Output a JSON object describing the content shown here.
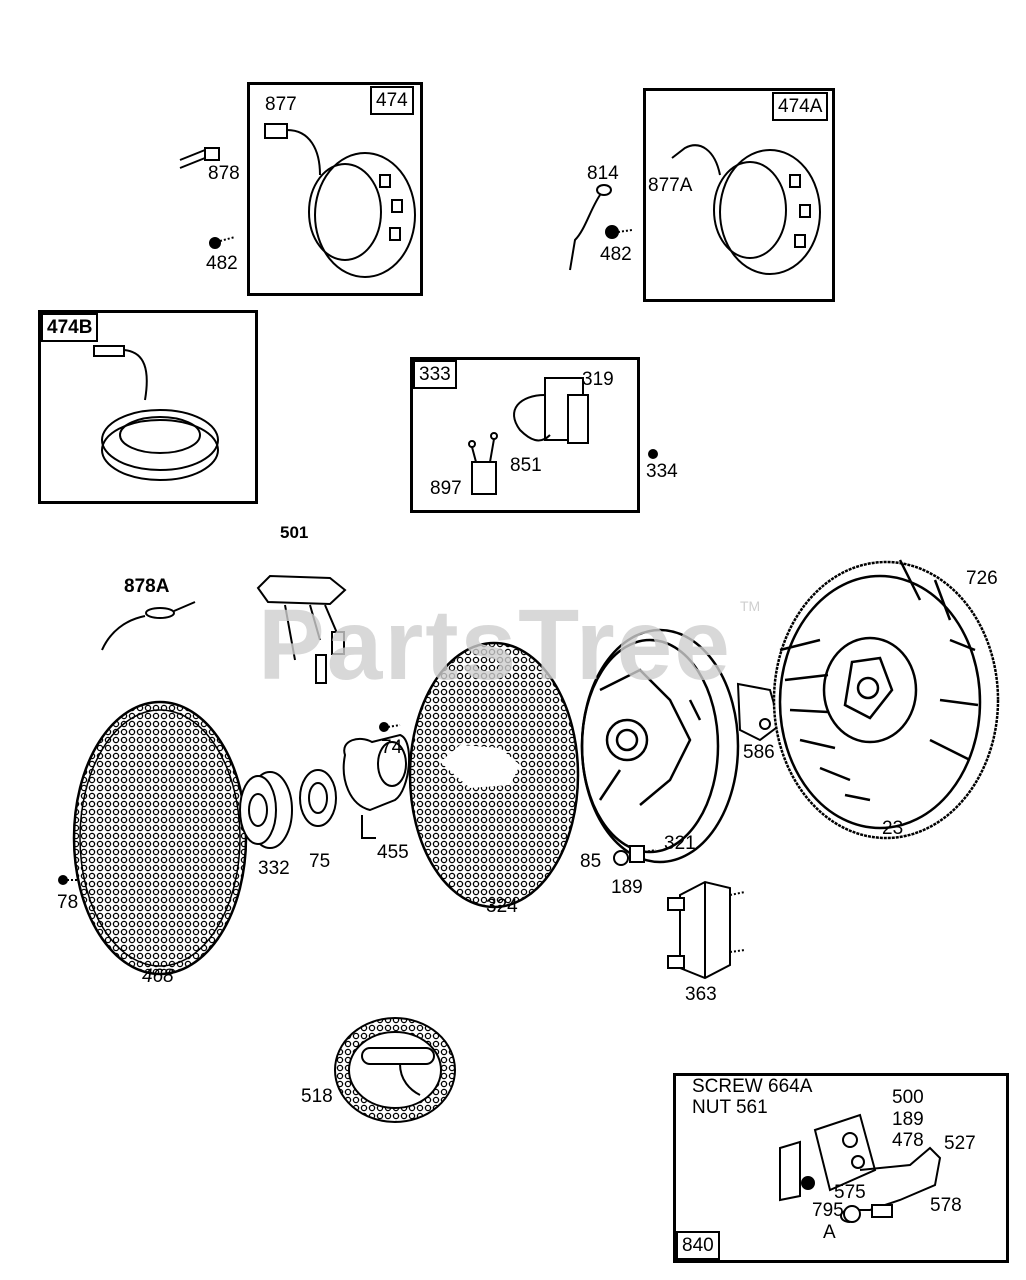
{
  "watermark": {
    "text": "PartsTree",
    "tm": "TM"
  },
  "boxes": {
    "b474": {
      "tag": "474"
    },
    "b474A": {
      "tag": "474A"
    },
    "b474B": {
      "tag": "474B"
    },
    "b333": {
      "tag": "333"
    },
    "b840": {
      "tag": "840",
      "note_line1": "SCREW 664A",
      "note_line2": "NUT 561"
    }
  },
  "labels": {
    "l877": "877",
    "l878": "878",
    "l482a": "482",
    "l814": "814",
    "l877A": "877A",
    "l482b": "482",
    "l319": "319",
    "l851": "851",
    "l897": "897",
    "l334": "334",
    "l501": "501",
    "l878A": "878A",
    "l726": "726",
    "l74": "74",
    "l586": "586",
    "l23": "23",
    "l321": "321",
    "l332": "332",
    "l75": "75",
    "l455": "455",
    "l85": "85",
    "l189a": "189",
    "l78": "78",
    "l324": "324",
    "l468": "468",
    "l363": "363",
    "l518": "518",
    "l500": "500",
    "l189b": "189",
    "l478": "478",
    "l527": "527",
    "l575": "575",
    "l578": "578",
    "l795": "795",
    "lA": "A"
  }
}
